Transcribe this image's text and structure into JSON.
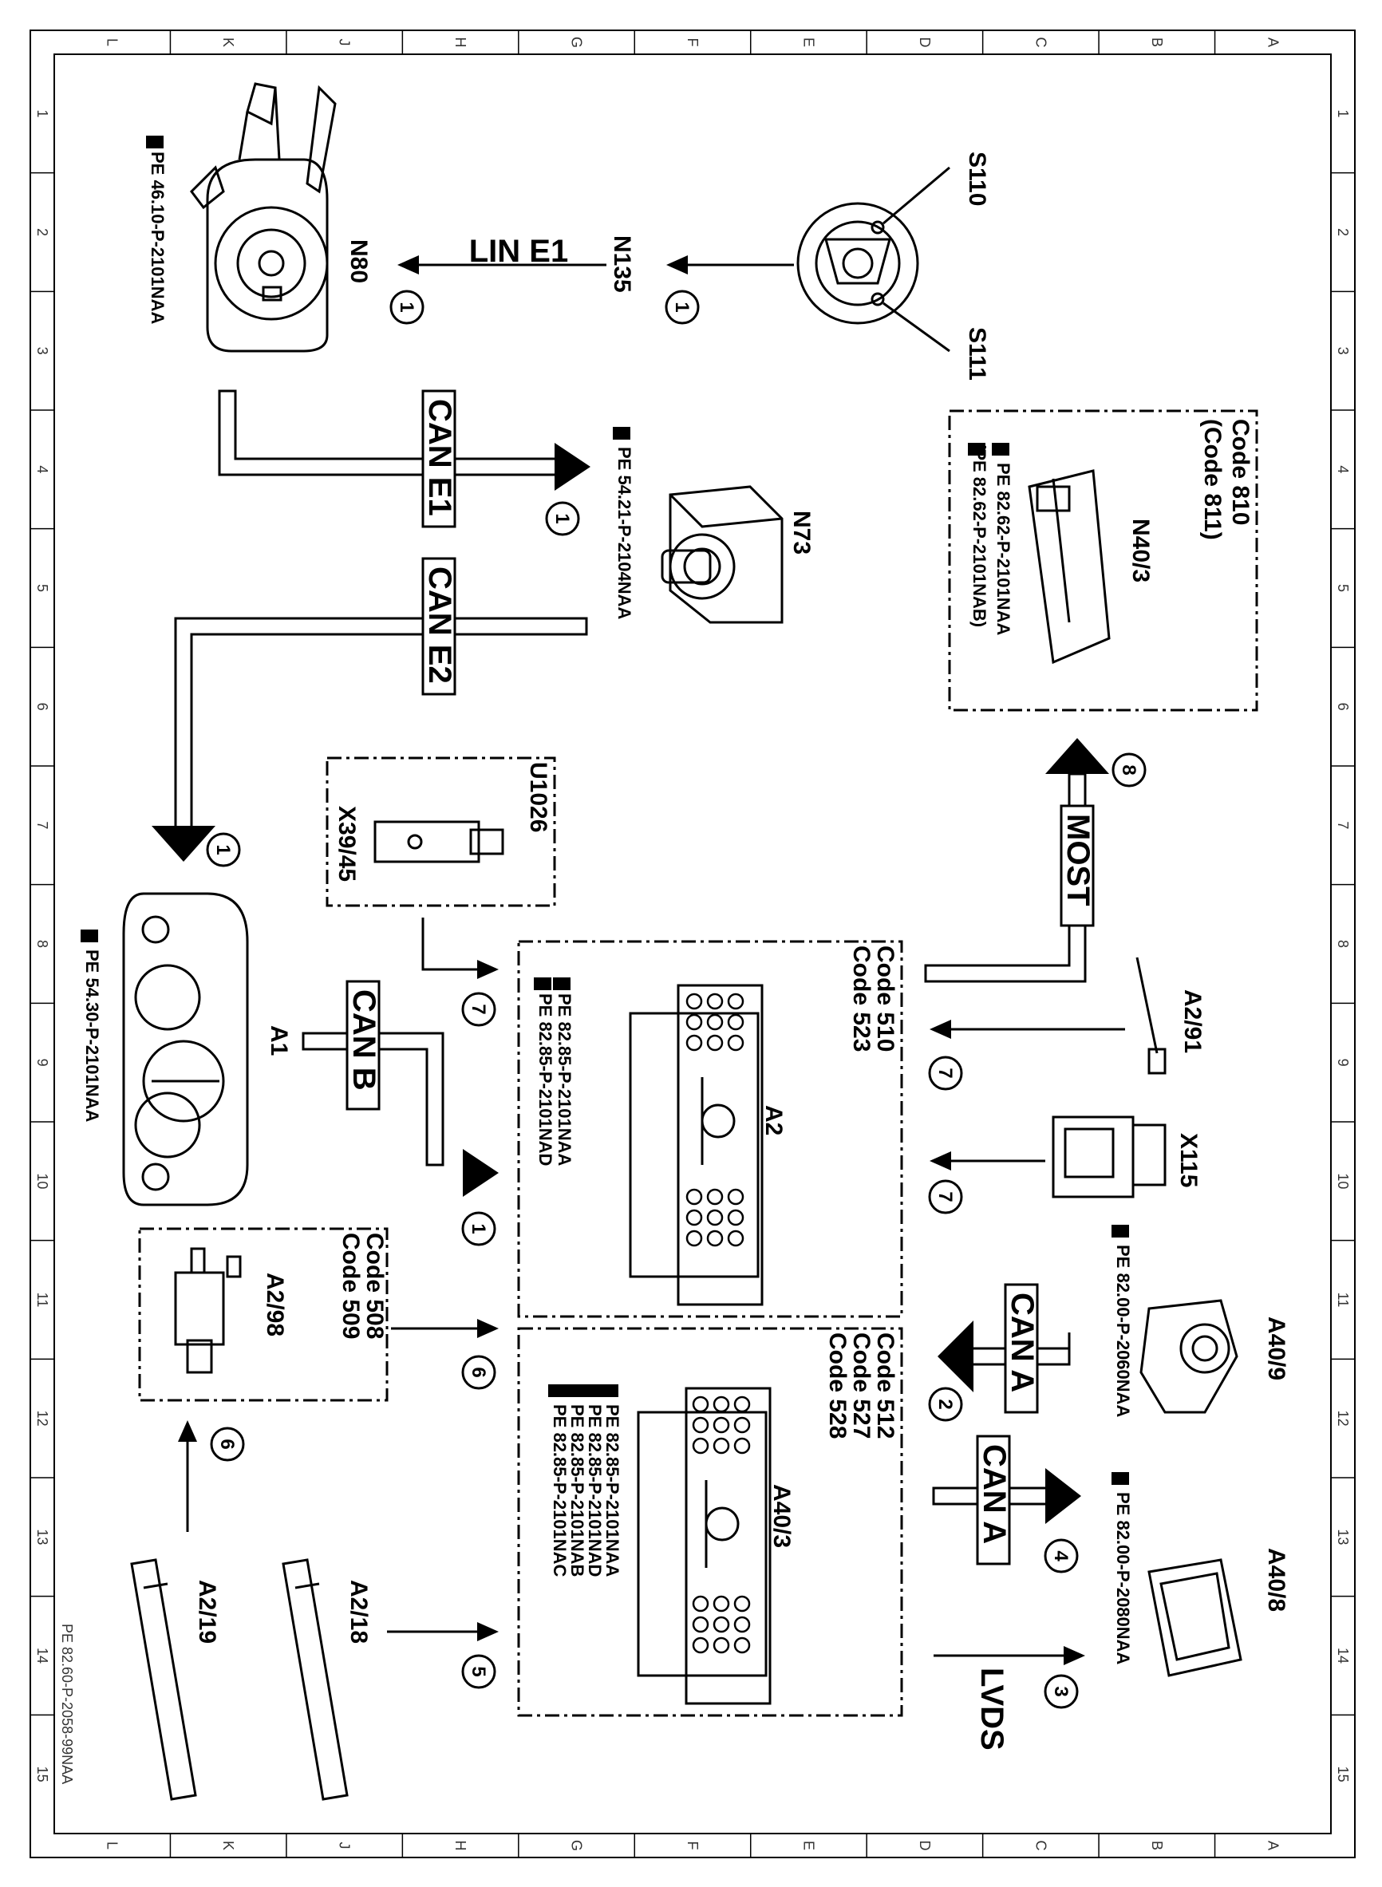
{
  "grid": {
    "letters": [
      "L",
      "K",
      "J",
      "H",
      "G",
      "F",
      "E",
      "D",
      "C",
      "B",
      "A"
    ],
    "numbers": [
      "1",
      "2",
      "3",
      "4",
      "5",
      "6",
      "7",
      "8",
      "9",
      "10",
      "11",
      "12",
      "13",
      "14",
      "15"
    ]
  },
  "doc_id": "PE 82.60-P-2058-99NAA",
  "components": {
    "S110": "S110",
    "S111": "S111",
    "N135": "N135",
    "N80": "N80",
    "N80_ref": "PE 46.10-P-2101NAA",
    "N73": "N73",
    "N73_ref": "PE 54.21-P-2104NAA",
    "N40_3": "N40/3",
    "N40_3_code1": "Code 810",
    "N40_3_code2": "(Code 811)",
    "N40_3_ref1": "PE 82.62-P-2101NAA",
    "N40_3_ref2": "(PE 82.62-P-2101NAB)",
    "U1026": "U1026",
    "X39_45": "X39/45",
    "A1": "A1",
    "A1_ref": "PE 54.30-P-2101NAA",
    "A2": "A2",
    "A2_code1": "Code 510",
    "A2_code2": "Code 523",
    "A2_ref1": "PE 82.85-P-2101NAA",
    "A2_ref2": "PE 82.85-P-2101NAD",
    "A2_91": "A2/91",
    "X115": "X115",
    "A2_98": "A2/98",
    "A2_98_code1": "Code 508",
    "A2_98_code2": "Code 509",
    "A40_3": "A40/3",
    "A40_3_code1": "Code 512",
    "A40_3_code2": "Code 527",
    "A40_3_code3": "Code 528",
    "A40_3_ref1": "PE 82.85-P-2101NAA",
    "A40_3_ref2": "PE 82.85-P-2101NAD",
    "A40_3_ref3": "PE 82.85-P-2101NAB",
    "A40_3_ref4": "PE 82.85-P-2101NAC",
    "A40_9": "A40/9",
    "A40_9_ref": "PE 82.00-P-2060NAA",
    "A40_8": "A40/8",
    "A40_8_ref": "PE 82.00-P-2080NAA",
    "A2_19": "A2/19",
    "A2_18": "A2/18"
  },
  "buses": {
    "lin_e1": "LIN E1",
    "can_e1": "CAN E1",
    "can_e2": "CAN E2",
    "can_b": "CAN B",
    "most": "MOST",
    "can_a_1": "CAN A",
    "can_a_2": "CAN A",
    "lvds": "LVDS"
  },
  "circles": {
    "c_n135": "1",
    "c_n80": "1",
    "c_n73": "1",
    "c_a1": "1",
    "c_a2_canb": "1",
    "c_most": "8",
    "c_x39": "7",
    "c_a291": "7",
    "c_x115": "7",
    "c_a298": "6",
    "c_a219": "6",
    "c_a409": "2",
    "c_a408": "4",
    "c_lvds": "3",
    "c_a218": "5"
  }
}
